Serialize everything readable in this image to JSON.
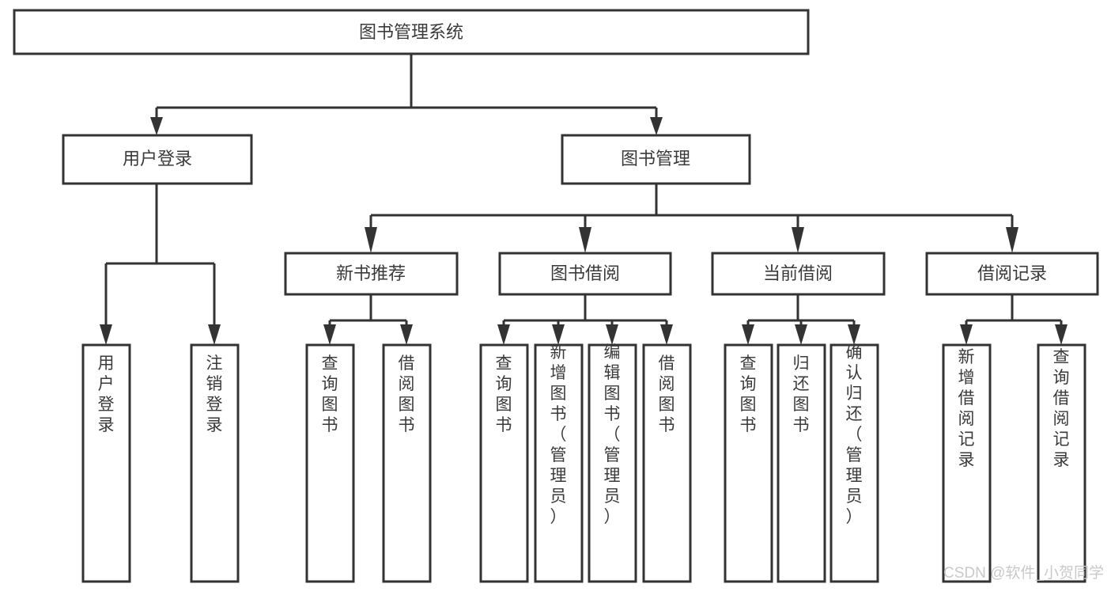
{
  "diagram": {
    "title": "图书管理系统",
    "type": "tree-hierarchy-diagram",
    "colors": {
      "stroke": "#333333",
      "fill": "#ffffff",
      "text": "#3a3a3a",
      "watermark": "#c9c9c9"
    },
    "root": {
      "label": "图书管理系统"
    },
    "level2": [
      {
        "label": "用户登录"
      },
      {
        "label": "图书管理"
      }
    ],
    "level3": [
      {
        "label": "新书推荐"
      },
      {
        "label": "图书借阅"
      },
      {
        "label": "当前借阅"
      },
      {
        "label": "借阅记录"
      }
    ],
    "leaves_login": [
      {
        "label": "用户登录"
      },
      {
        "label": "注销登录"
      }
    ],
    "leaves_new_books": [
      {
        "label": "查询图书"
      },
      {
        "label": "借阅图书"
      }
    ],
    "leaves_borrow": [
      {
        "label": "查询图书"
      },
      {
        "label": "新增图书（管理员）"
      },
      {
        "label": "编辑图书（管理员）"
      },
      {
        "label": "借阅图书"
      }
    ],
    "leaves_current": [
      {
        "label": "查询图书"
      },
      {
        "label": "归还图书"
      },
      {
        "label": "确认归还（管理员）"
      }
    ],
    "leaves_records": [
      {
        "label": "新增借阅记录"
      },
      {
        "label": "查询借阅记录"
      }
    ]
  },
  "watermark": {
    "text": "CSDN @软件_小贺同学"
  }
}
